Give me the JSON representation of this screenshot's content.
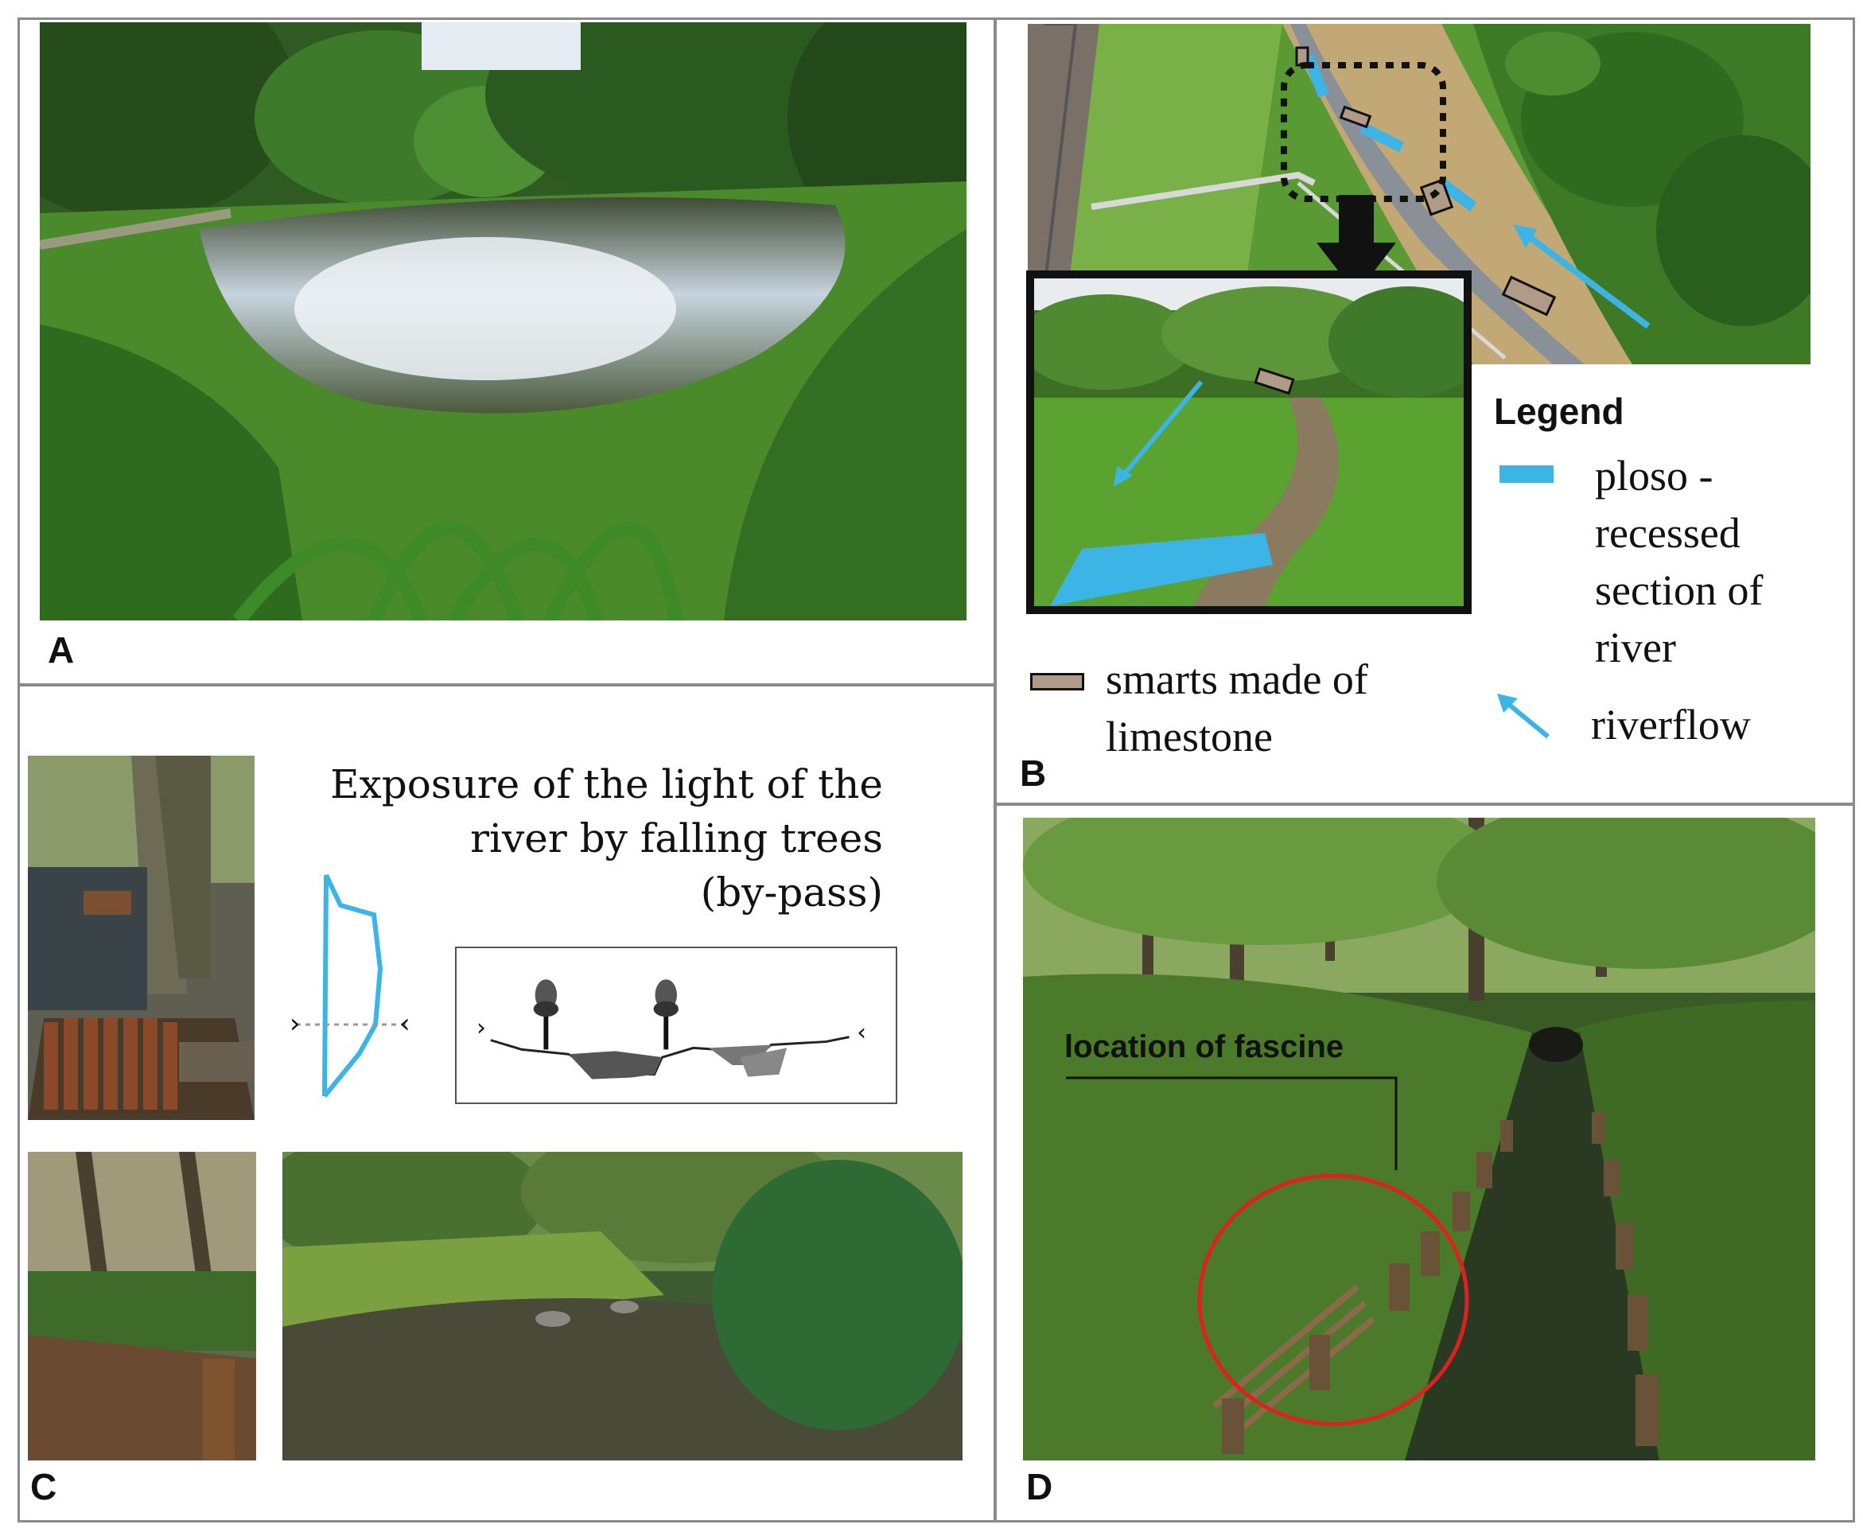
{
  "panels": {
    "a": {
      "letter": "A"
    },
    "b": {
      "letter": "B",
      "legend_title": "Legend",
      "legend_items": [
        {
          "text": "ploso -\nrecessed\nsection of\nriver",
          "color": "#3cb4e6"
        },
        {
          "text": "riverflow",
          "color": "#3cb4e6"
        }
      ],
      "smarts_label": "smarts made of\nlimestone"
    },
    "c": {
      "letter": "C",
      "caption": "Exposure of the light of the\nriver by falling trees\n(by-pass)"
    },
    "d": {
      "letter": "D",
      "fascine_label": "location of fascine",
      "circle_color": "#e02020"
    }
  },
  "colors": {
    "accent_blue": "#3cb4e6",
    "frame_gray": "#8a8a8a"
  }
}
